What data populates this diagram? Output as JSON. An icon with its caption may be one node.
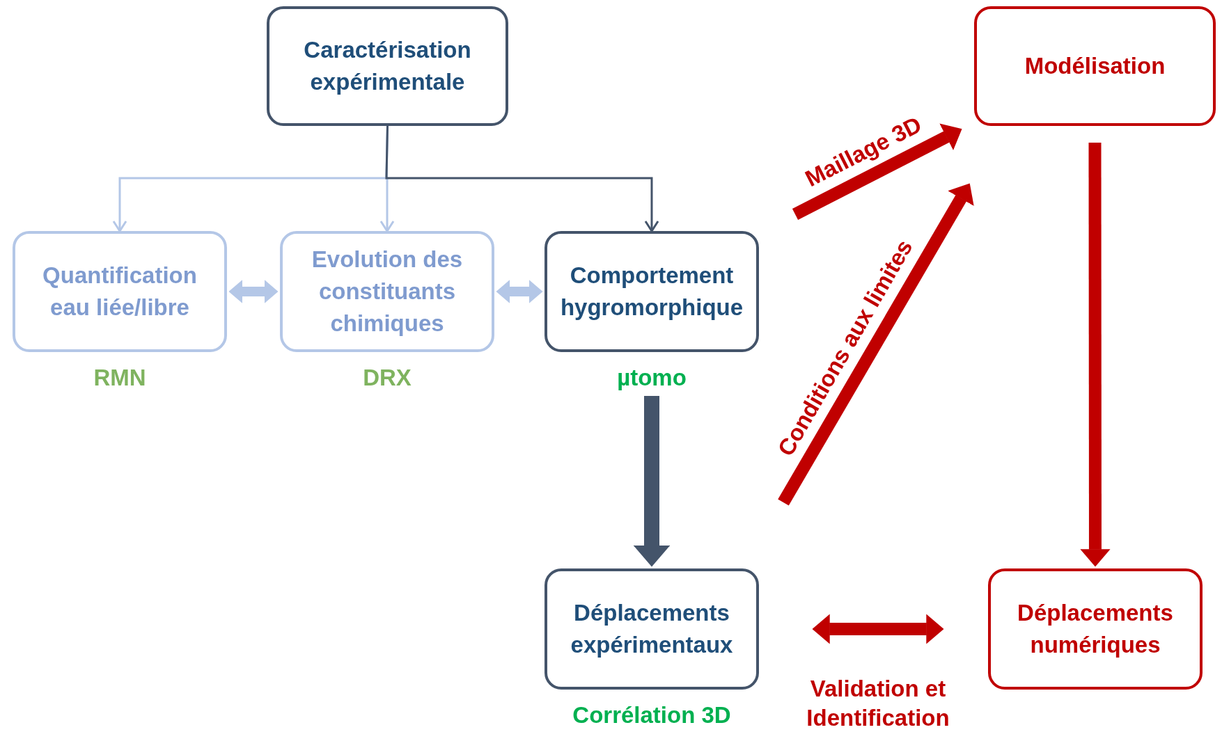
{
  "diagram": {
    "nodes": [
      {
        "text": [
          "Caractérisation expérimentale"
        ]
      },
      {
        "text": [
          "Quantification eau liée/libre"
        ],
        "beside": [
          "RMN"
        ]
      },
      {
        "text": [
          "Evolution des constituants chimiques"
        ],
        "beside": [
          "DRX"
        ]
      },
      {
        "text": [
          "Comportement hygromorphique"
        ],
        "beside": [
          "µtomo"
        ]
      },
      {
        "text": [
          "Déplacements expérimentaux"
        ],
        "beside": [
          "Corrélation 3D"
        ]
      },
      {
        "text": [
          "Modélisation"
        ]
      },
      {
        "text": [
          "Déplacements numériques"
        ]
      }
    ],
    "edges": [
      {
        "from": 0,
        "to": 1,
        "arrow": "to",
        "color": "#b4c7e7"
      },
      {
        "from": 0,
        "to": 2,
        "arrow": "to",
        "color": "#b4c7e7"
      },
      {
        "from": 0,
        "to": 3,
        "arrow": "to",
        "color": "#44546a"
      },
      {
        "from": 1,
        "to": 2,
        "arrow": "both",
        "color": "#b4c7e7"
      },
      {
        "from": 2,
        "to": 3,
        "arrow": "both",
        "color": "#b4c7e7"
      },
      {
        "from": 3,
        "to": 4,
        "arrow": "to",
        "color": "#44546a"
      },
      {
        "from": null,
        "to": 5,
        "arrow": "to",
        "color": "#c00000",
        "label": "Maillage 3D"
      },
      {
        "from": null,
        "to": 5,
        "arrow": "to",
        "color": "#c00000",
        "label": "Conditions aux limites"
      },
      {
        "from": 5,
        "to": 6,
        "arrow": "to",
        "color": "#c00000"
      },
      {
        "from": 4,
        "to": 6,
        "arrow": "both",
        "color": "#c00000",
        "label": "Validation et Identification"
      }
    ]
  }
}
